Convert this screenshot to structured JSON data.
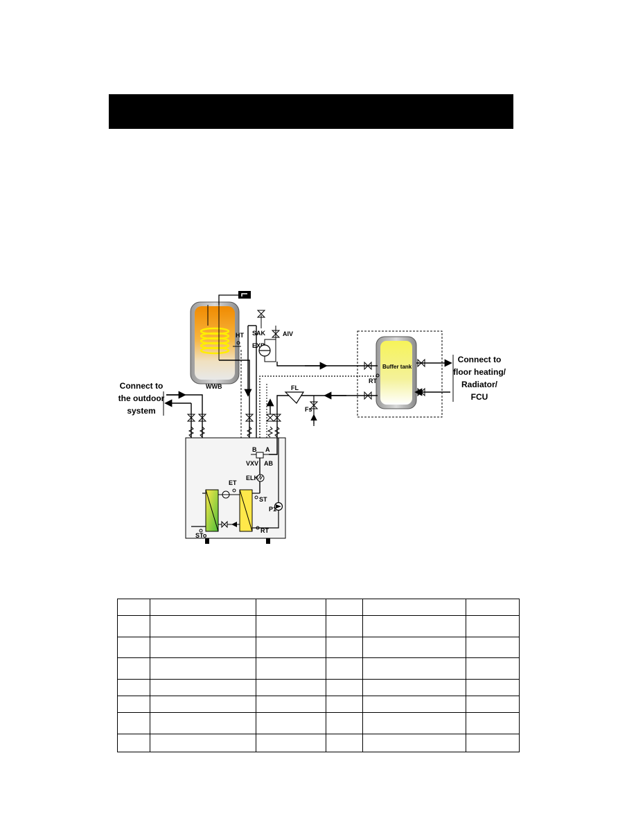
{
  "header": {
    "title": ""
  },
  "diagram": {
    "labels": {
      "wwb": "WWB",
      "ht": "HT",
      "sak": "SAK",
      "aiv": "AIV",
      "exp": "EXP",
      "fl": "FL",
      "fs": "Fs",
      "rt_buffer": "RT",
      "buffer_tank": "Buffer tank",
      "vxv": "VXV",
      "b": "B",
      "a": "A",
      "ab": "AB",
      "elk": "ELK",
      "et": "ET",
      "st": "ST",
      "p1": "P1",
      "sto": "STo",
      "rt_unit": "RT"
    },
    "outdoor_text": [
      "Connect to",
      "the outdoor",
      "system"
    ],
    "heating_text": [
      "Connect to",
      "floor heating/",
      "Radiator/",
      "FCU"
    ],
    "colors": {
      "tank_hot": "#f5a623",
      "tank_buffer": "#f4f26a",
      "coil": "#ffee00",
      "hx_green": "#7bd04a",
      "hx_yellow": "#ffe84a"
    }
  },
  "legend_table": {
    "rows": [
      [
        "",
        "",
        "",
        "",
        "",
        ""
      ],
      [
        "",
        "",
        "",
        "",
        "",
        ""
      ],
      [
        "",
        "",
        "",
        "",
        "",
        ""
      ],
      [
        "",
        "",
        "",
        "",
        "",
        ""
      ],
      [
        "",
        "",
        "",
        "",
        "",
        ""
      ],
      [
        "",
        "",
        "",
        "",
        "",
        ""
      ],
      [
        "",
        "",
        "",
        "",
        "",
        ""
      ],
      [
        "",
        "",
        "",
        "",
        "",
        ""
      ]
    ]
  }
}
